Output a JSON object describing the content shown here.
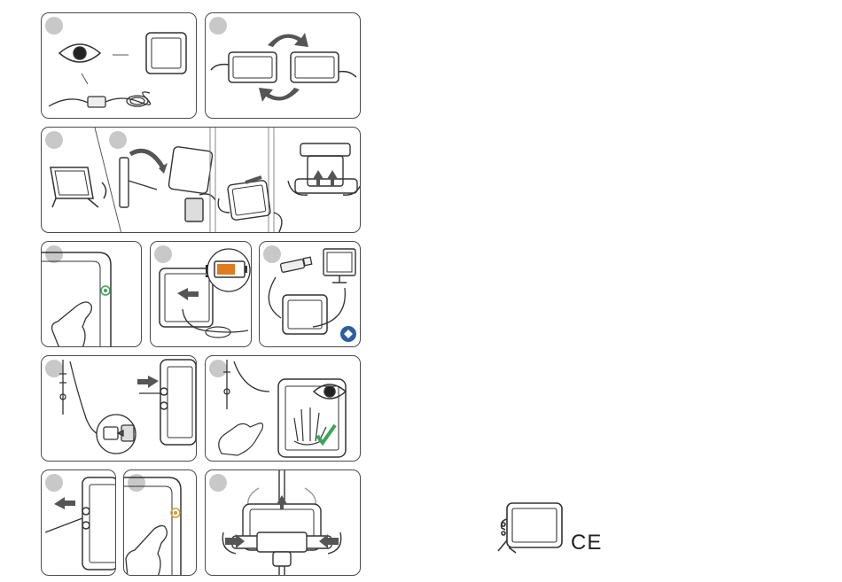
{
  "document": {
    "type": "instruction-illustrations",
    "steps": [
      {
        "id": 1,
        "icons": [
          "eye-icon",
          "tablet-icon",
          "charger-cable-icon"
        ]
      },
      {
        "id": 2,
        "icons": [
          "tablet-icon",
          "rotate-arrows-icon"
        ]
      },
      {
        "id": 3,
        "icons": [
          "tablet-stand-icon"
        ]
      },
      {
        "id": 4,
        "icons": [
          "wall-mount-icon",
          "pole-mount-icon"
        ]
      },
      {
        "id": 5,
        "icons": [
          "finger-press-icon",
          "power-button-icon"
        ]
      },
      {
        "id": 6,
        "icons": [
          "charging-icon",
          "battery-low-icon"
        ]
      },
      {
        "id": 7,
        "icons": [
          "usb-stick-icon",
          "monitor-icon",
          "manual-icon"
        ]
      },
      {
        "id": 8,
        "icons": [
          "sensor-connector-icon",
          "usb-connector-icon"
        ]
      },
      {
        "id": 9,
        "icons": [
          "eye-icon",
          "hand-scan-icon",
          "checkmark-icon"
        ]
      },
      {
        "id": 10,
        "icons": [
          "unplug-arrow-icon"
        ]
      },
      {
        "id": 11,
        "icons": [
          "finger-press-icon",
          "power-button-icon"
        ]
      },
      {
        "id": 12,
        "icons": [
          "pole-mount-release-icon"
        ]
      }
    ],
    "colors": {
      "line": "#333333",
      "step_badge": "#c8c8c8",
      "arrow": "#4a4a4a",
      "power_green": "#3aa655",
      "power_orange": "#e0962e",
      "battery_orange": "#e07b20",
      "check_green": "#3aa655",
      "manual_badge": "#2c5f9e"
    },
    "ce_mark": "CE"
  }
}
